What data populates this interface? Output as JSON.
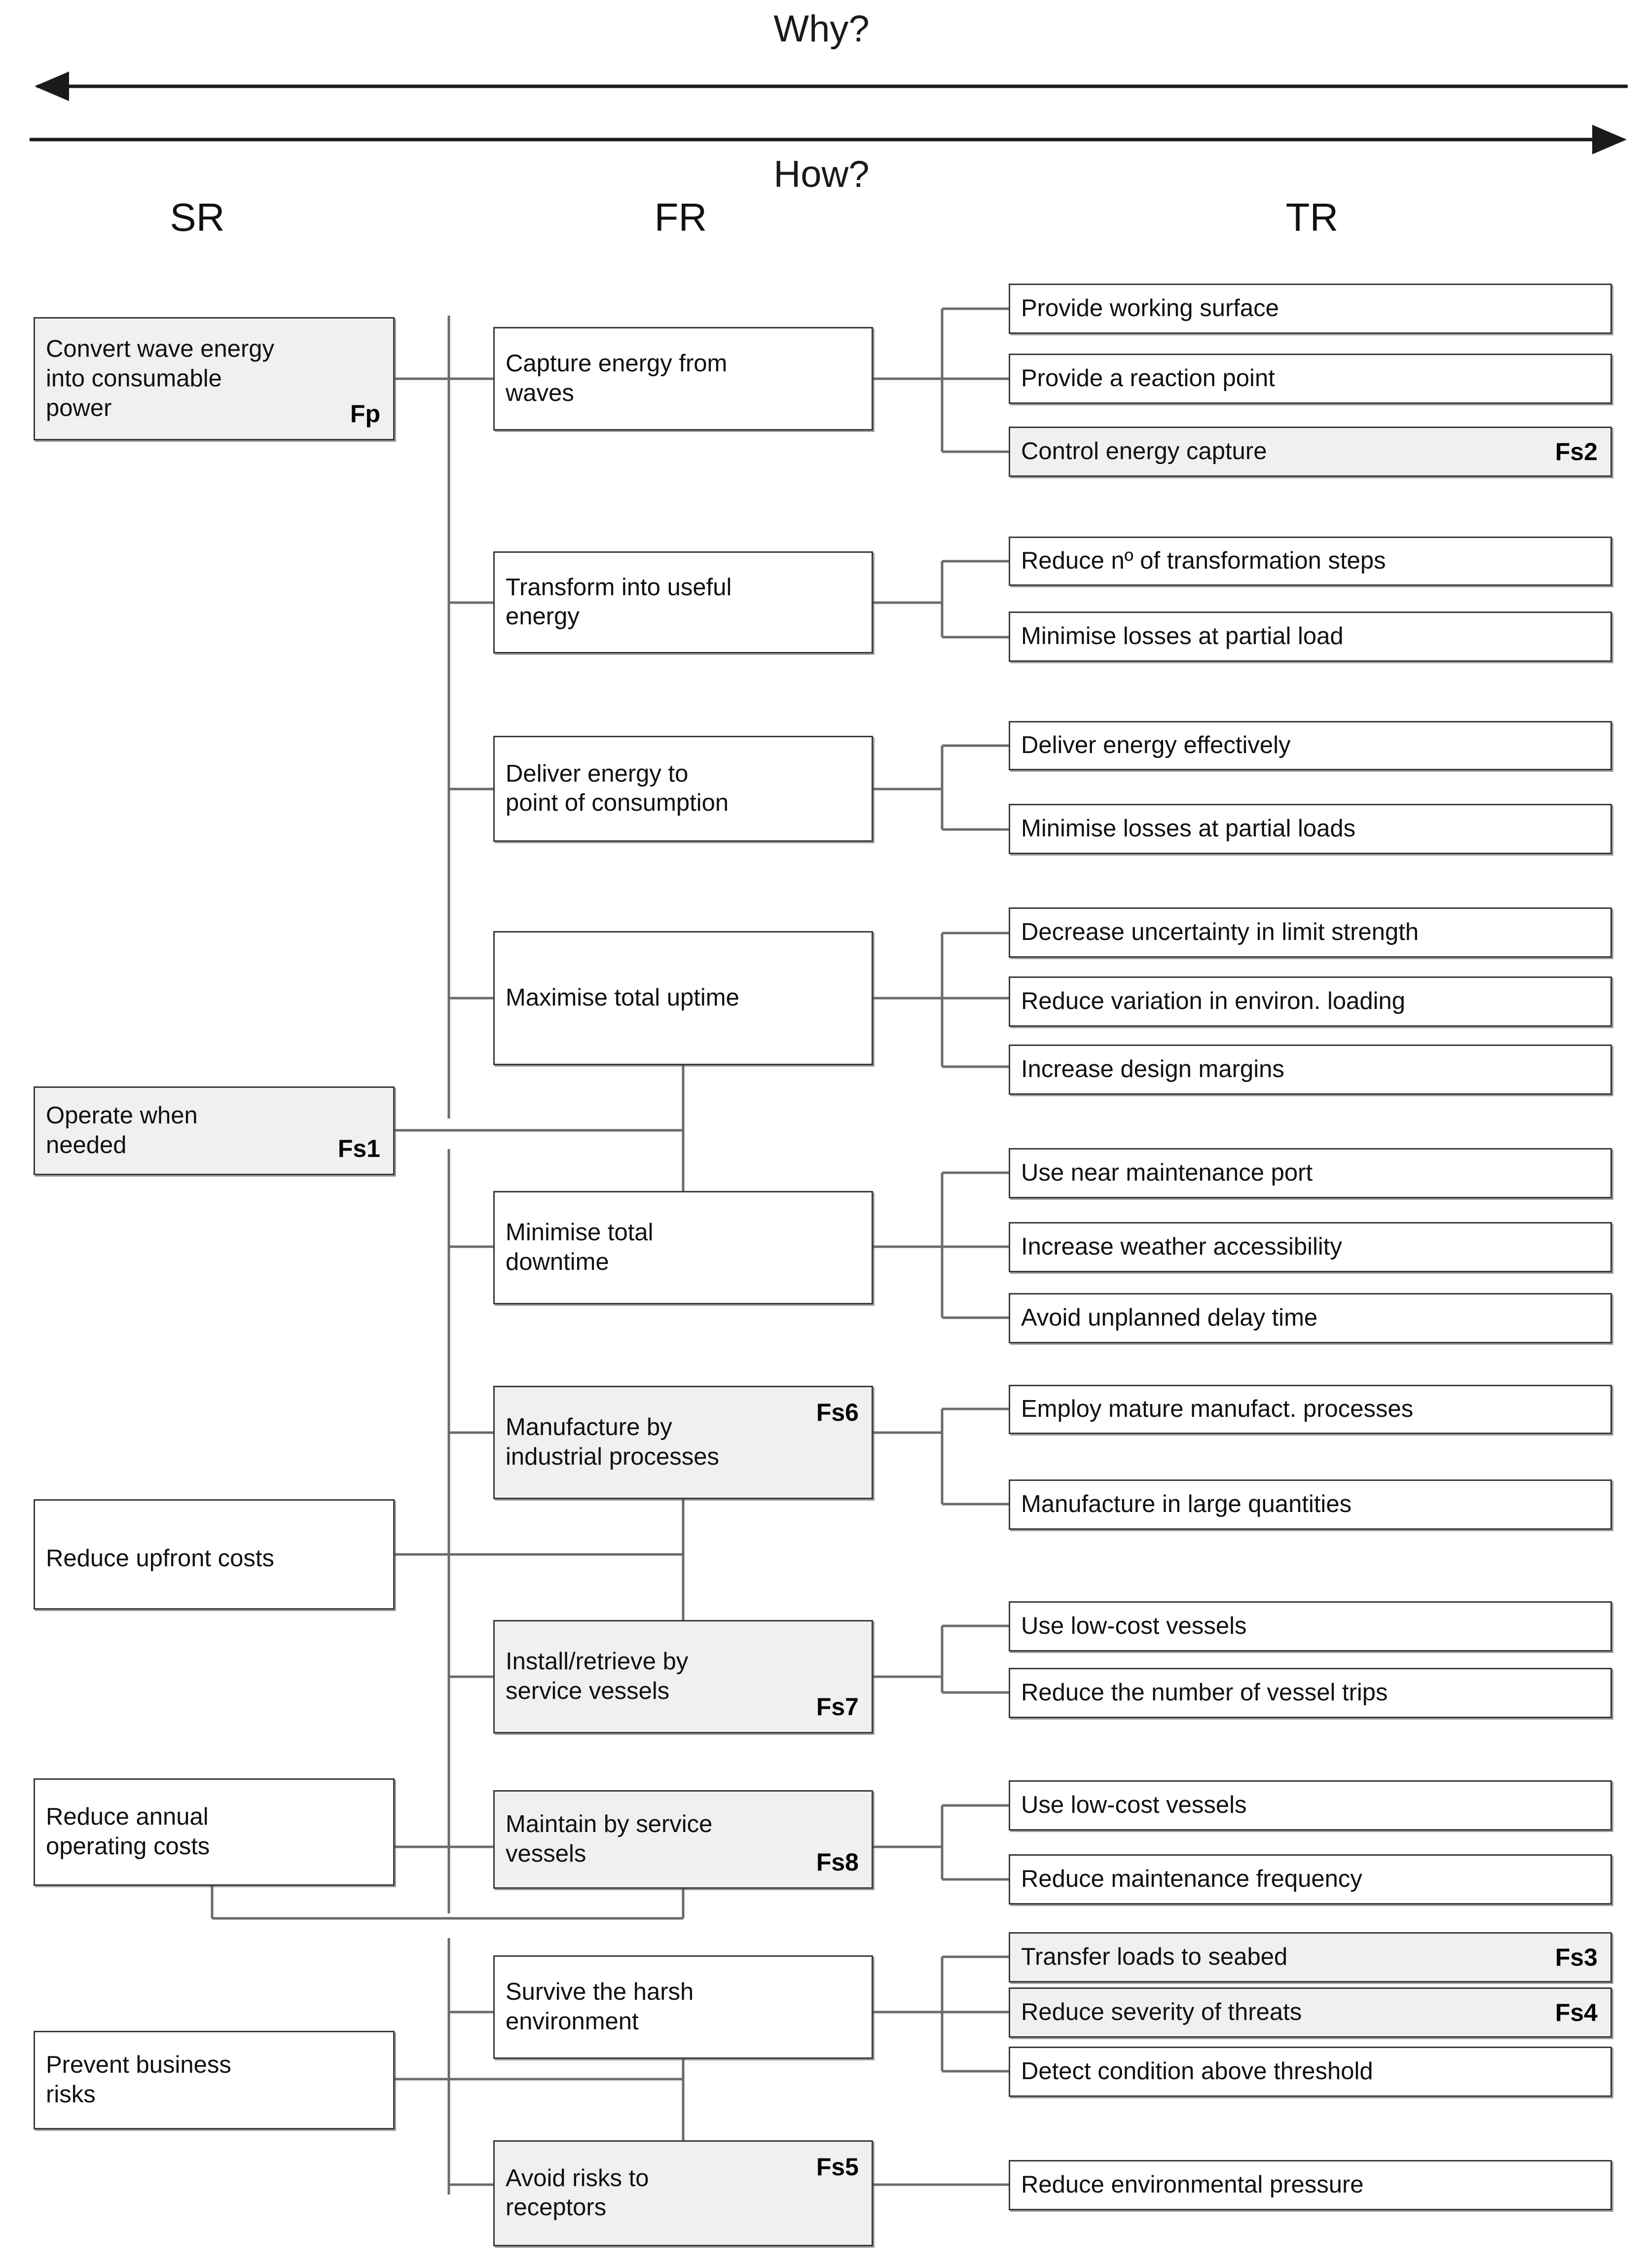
{
  "header": {
    "why_label": "Why?",
    "how_label": "How?",
    "columns": [
      {
        "key": "sr",
        "label": "SR"
      },
      {
        "key": "fr",
        "label": "FR"
      },
      {
        "key": "tr",
        "label": "TR"
      }
    ]
  },
  "sr_nodes": [
    {
      "id": "sr-convert-wave-energy",
      "text": "Convert wave energy\ninto consumable\npower",
      "tag": "Fp",
      "shaded": true
    },
    {
      "id": "sr-operate-when-needed",
      "text": "Operate when\nneeded",
      "tag": "Fs1",
      "shaded": true
    },
    {
      "id": "sr-reduce-upfront-costs",
      "text": "Reduce upfront costs",
      "tag": "",
      "shaded": false
    },
    {
      "id": "sr-reduce-annual-operating-costs",
      "text": "Reduce annual\noperating costs",
      "tag": "",
      "shaded": false
    },
    {
      "id": "sr-prevent-business-risks",
      "text": "Prevent business\nrisks",
      "tag": "",
      "shaded": false
    }
  ],
  "fr_nodes": [
    {
      "id": "fr-capture-energy",
      "text": "Capture energy from\nwaves",
      "tag": "",
      "shaded": false
    },
    {
      "id": "fr-transform-energy",
      "text": "Transform into useful\nenergy",
      "tag": "",
      "shaded": false
    },
    {
      "id": "fr-deliver-energy",
      "text": "Deliver energy to\npoint of consumption",
      "tag": "",
      "shaded": false
    },
    {
      "id": "fr-maximise-uptime",
      "text": "Maximise total uptime",
      "tag": "",
      "shaded": false
    },
    {
      "id": "fr-minimise-downtime",
      "text": "Minimise total\ndowntime",
      "tag": "",
      "shaded": false
    },
    {
      "id": "fr-manufacture-industrial",
      "text": "Manufacture by\nindustrial processes",
      "tag": "Fs6",
      "shaded": true
    },
    {
      "id": "fr-install-retrieve",
      "text": "Install/retrieve by\nservice vessels",
      "tag": "Fs7",
      "shaded": true
    },
    {
      "id": "fr-maintain-service",
      "text": "Maintain by service\nvessels",
      "tag": "Fs8",
      "shaded": true
    },
    {
      "id": "fr-survive-harsh",
      "text": "Survive the harsh\nenvironment",
      "tag": "",
      "shaded": false
    },
    {
      "id": "fr-avoid-risks",
      "text": "Avoid risks to\nreceptors",
      "tag": "Fs5",
      "shaded": true
    }
  ],
  "tr_nodes": [
    {
      "id": "tr-provide-working-surface",
      "text": "Provide working surface",
      "tag": "",
      "shaded": false
    },
    {
      "id": "tr-provide-reaction-point",
      "text": "Provide a reaction point",
      "tag": "",
      "shaded": false
    },
    {
      "id": "tr-control-energy-capture",
      "text": "Control energy capture",
      "tag": "Fs2",
      "shaded": true
    },
    {
      "id": "tr-reduce-transformation-steps",
      "text": "Reduce nº of transformation steps",
      "tag": "",
      "shaded": false
    },
    {
      "id": "tr-minimise-losses-partial-load",
      "text": "Minimise losses at partial load",
      "tag": "",
      "shaded": false
    },
    {
      "id": "tr-deliver-energy-effectively",
      "text": "Deliver energy effectively",
      "tag": "",
      "shaded": false
    },
    {
      "id": "tr-minimise-losses-partial-loads",
      "text": "Minimise losses at partial loads",
      "tag": "",
      "shaded": false
    },
    {
      "id": "tr-decrease-uncertainty",
      "text": "Decrease uncertainty in limit strength",
      "tag": "",
      "shaded": false
    },
    {
      "id": "tr-reduce-variation-loading",
      "text": "Reduce variation in environ. loading",
      "tag": "",
      "shaded": false
    },
    {
      "id": "tr-increase-design-margins",
      "text": "Increase design margins",
      "tag": "",
      "shaded": false
    },
    {
      "id": "tr-use-near-maintenance-port",
      "text": "Use near maintenance port",
      "tag": "",
      "shaded": false
    },
    {
      "id": "tr-increase-weather-accessibility",
      "text": "Increase weather accessibility",
      "tag": "",
      "shaded": false
    },
    {
      "id": "tr-avoid-unplanned-delay",
      "text": "Avoid unplanned delay time",
      "tag": "",
      "shaded": false
    },
    {
      "id": "tr-employ-mature-processes",
      "text": "Employ mature manufact. processes",
      "tag": "",
      "shaded": false
    },
    {
      "id": "tr-manufacture-large-quantities",
      "text": "Manufacture in large quantities",
      "tag": "",
      "shaded": false
    },
    {
      "id": "tr-use-low-cost-vessels-install",
      "text": "Use low-cost vessels",
      "tag": "",
      "shaded": false
    },
    {
      "id": "tr-reduce-vessel-trips",
      "text": "Reduce the number of vessel trips",
      "tag": "",
      "shaded": false
    },
    {
      "id": "tr-use-low-cost-vessels-maintain",
      "text": "Use low-cost vessels",
      "tag": "",
      "shaded": false
    },
    {
      "id": "tr-reduce-maintenance-frequency",
      "text": "Reduce maintenance frequency",
      "tag": "",
      "shaded": false
    },
    {
      "id": "tr-transfer-loads-seabed",
      "text": "Transfer loads to seabed",
      "tag": "Fs3",
      "shaded": true
    },
    {
      "id": "tr-reduce-severity-threats",
      "text": "Reduce severity of threats",
      "tag": "Fs4",
      "shaded": true
    },
    {
      "id": "tr-detect-condition-threshold",
      "text": "Detect condition above threshold",
      "tag": "",
      "shaded": false
    },
    {
      "id": "tr-reduce-environmental-pressure",
      "text": "Reduce environmental pressure",
      "tag": "",
      "shaded": false
    }
  ],
  "colors": {
    "box_border": "#3a3a3a",
    "box_fill": "#ffffff",
    "box_fill_shaded": "#f0f0f0",
    "wire": "#6b6b6b",
    "text": "#111111",
    "background": "#ffffff"
  }
}
